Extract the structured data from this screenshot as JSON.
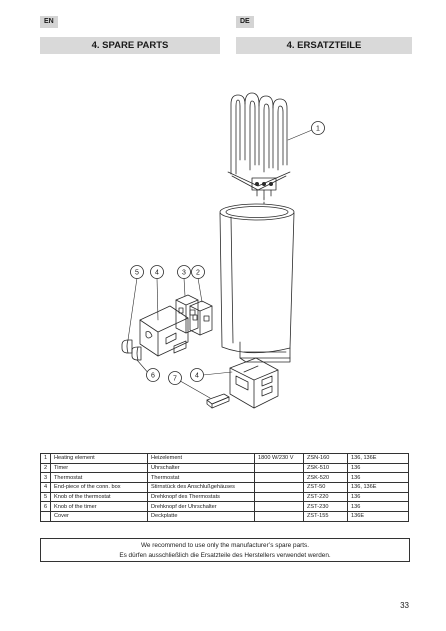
{
  "header": {
    "lang_en": "EN",
    "lang_de": "DE",
    "title_en": "4. SPARE PARTS",
    "title_de": "4. ERSATZTEILE"
  },
  "diagram": {
    "callouts": [
      "1",
      "2",
      "3",
      "4",
      "5",
      "6",
      "7",
      "4"
    ]
  },
  "parts_table": {
    "rows": [
      {
        "no": "1",
        "en": "Heating element",
        "de": "Heizelement",
        "spec": "1800 W/230 V",
        "code": "ZSN-160",
        "models": "136, 136E"
      },
      {
        "no": "2",
        "en": "Timer",
        "de": "Uhrschalter",
        "spec": "",
        "code": "ZSK-510",
        "models": "136"
      },
      {
        "no": "3",
        "en": "Thermostat",
        "de": "Thermostat",
        "spec": "",
        "code": "ZSK-520",
        "models": "136"
      },
      {
        "no": "4",
        "en": "End-piece of the conn. box",
        "de": "Stirnstück des Anschlußgehäuses",
        "spec": "",
        "code": "ZST-50",
        "models": "136, 136E"
      },
      {
        "no": "5",
        "en": "Knob of the thermostat",
        "de": "Drehknopf des Thermostats",
        "spec": "",
        "code": "ZST-220",
        "models": "136"
      },
      {
        "no": "6",
        "en": "Knob of the timer",
        "de": "Drehknopf der Uhrschalter",
        "spec": "",
        "code": "ZST-230",
        "models": "136"
      },
      {
        "no": "",
        "en": "Cover",
        "de": "Deckplatte",
        "spec": "",
        "code": "ZST-155",
        "models": "136E"
      }
    ]
  },
  "notice": {
    "en": "We recommend to use only the manufacturer’s spare parts.",
    "de": "Es dürfen ausschließlich die Ersatzteile des Herstellers verwendet werden."
  },
  "page_number": "33"
}
